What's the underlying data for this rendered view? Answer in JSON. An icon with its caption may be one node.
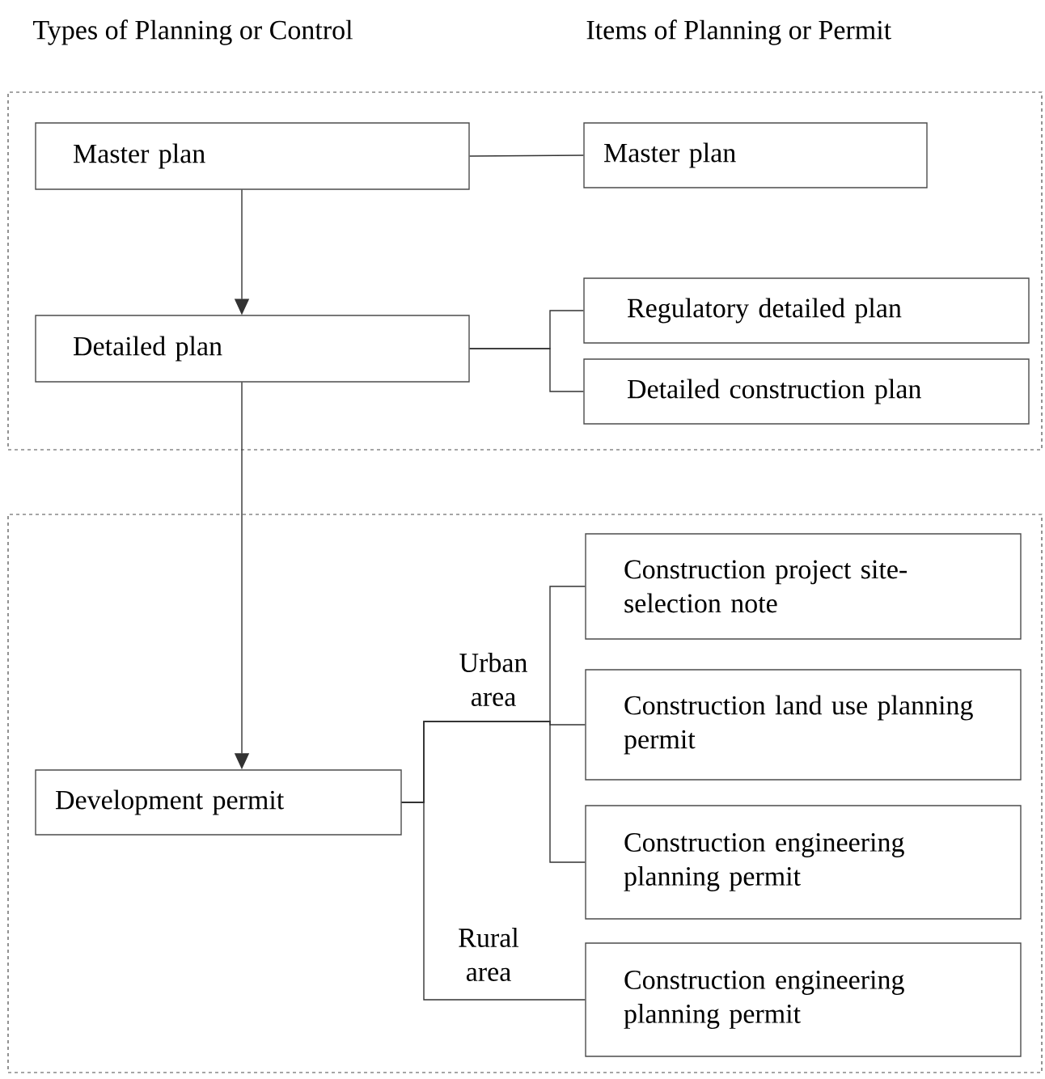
{
  "diagram": {
    "nodes": [
      {
        "text": [],
        "shape": "box"
      },
      {
        "text": [
          "Master plan"
        ],
        "in": 0
      },
      {
        "text": [
          "Master plan"
        ],
        "in": 0
      },
      {
        "text": [
          "Detailed plan"
        ],
        "in": 0
      },
      {
        "text": [
          "Regulatory detailed plan"
        ],
        "in": 0
      },
      {
        "text": [
          "Detailed construction plan"
        ],
        "in": 0
      },
      {
        "text": [],
        "shape": "box"
      },
      {
        "text": [
          "Development permit"
        ],
        "in": 6
      },
      {
        "text": [
          "Construction project site-selection note"
        ],
        "in": 6
      },
      {
        "text": [
          "Construction land use planning permit"
        ],
        "in": 6
      },
      {
        "text": [
          "Construction engineering planning permit"
        ],
        "in": 6
      },
      {
        "text": [
          "Construction engineering planning permit"
        ],
        "in": 6
      }
    ],
    "edges": [
      {
        "from": 1,
        "to": 2,
        "arrow": "none"
      },
      {
        "from": 1,
        "to": 3,
        "arrow": "to"
      },
      {
        "from": 3,
        "to": 4,
        "arrow": "none"
      },
      {
        "from": 3,
        "to": 5,
        "arrow": "none"
      },
      {
        "from": 3,
        "to": 7,
        "arrow": "to"
      },
      {
        "from": 7,
        "to": 8,
        "arrow": "none"
      },
      {
        "from": 7,
        "to": 9,
        "arrow": "none",
        "label": "Urban area"
      },
      {
        "from": 7,
        "to": 10,
        "arrow": "none"
      },
      {
        "from": 7,
        "to": 11,
        "arrow": "none",
        "label": "Rural area"
      }
    ],
    "labels": [
      "Types of Planning or Control",
      "Items of Planning or Permit"
    ]
  }
}
